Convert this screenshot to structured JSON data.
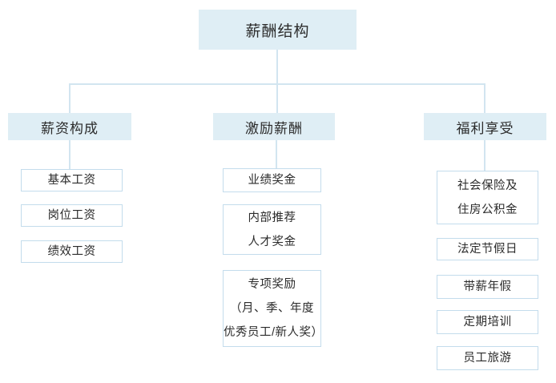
{
  "colors": {
    "node_fill": "#dfeef5",
    "leaf_border": "#c3dcec",
    "connector_line": "#d2e5f0",
    "text": "#2b2b2b",
    "background": "#ffffff"
  },
  "tree": {
    "root": {
      "label": "薪酬结构"
    },
    "branches": [
      {
        "label": "薪资构成",
        "children": [
          {
            "lines": [
              "基本工资"
            ]
          },
          {
            "lines": [
              "岗位工资"
            ]
          },
          {
            "lines": [
              "绩效工资"
            ]
          }
        ]
      },
      {
        "label": "激励薪酬",
        "children": [
          {
            "lines": [
              "业绩奖金"
            ]
          },
          {
            "lines": [
              "内部推荐",
              "人才奖金"
            ]
          },
          {
            "lines": [
              "专项奖励",
              "（月、季、年度",
              "优秀员工/新人奖）"
            ]
          }
        ]
      },
      {
        "label": "福利享受",
        "children": [
          {
            "lines": [
              "社会保险及",
              "住房公积金"
            ]
          },
          {
            "lines": [
              "法定节假日"
            ]
          },
          {
            "lines": [
              "带薪年假"
            ]
          },
          {
            "lines": [
              "定期培训"
            ]
          },
          {
            "lines": [
              "员工旅游"
            ]
          }
        ]
      }
    ]
  }
}
